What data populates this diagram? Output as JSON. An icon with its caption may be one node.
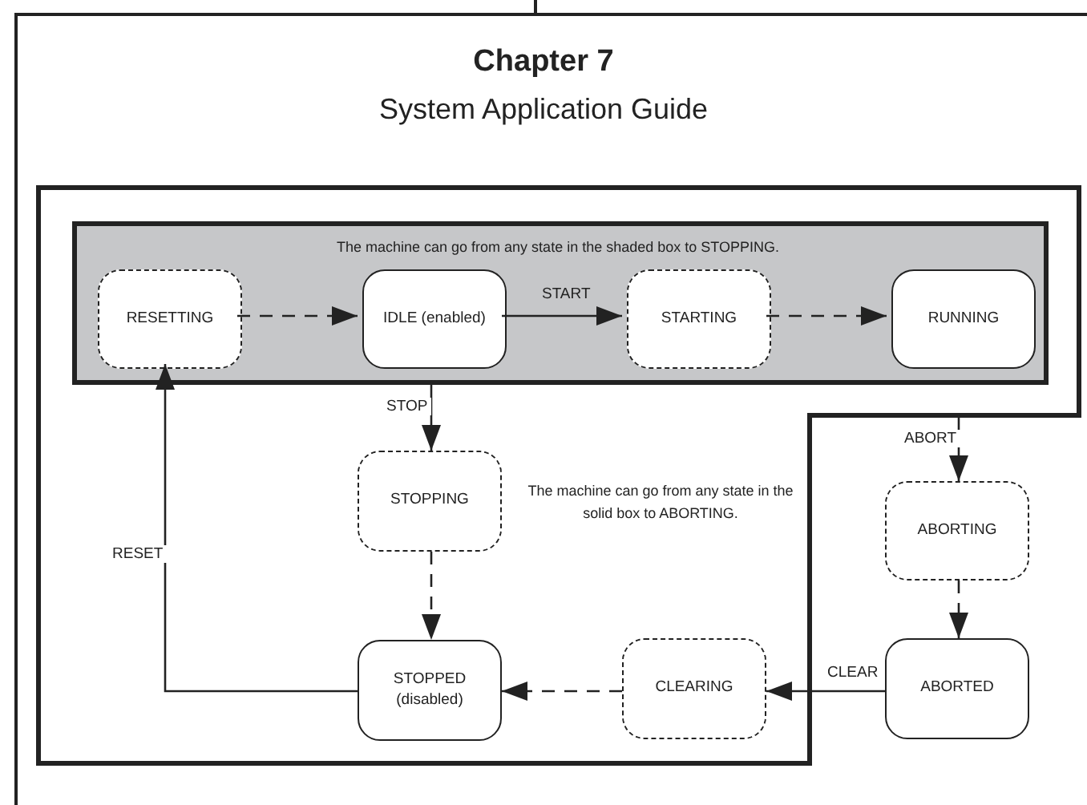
{
  "diagram": {
    "title": "Chapter 7",
    "nodes": [
      {
        "text": [
          "The machine can go from any state in the solid box to ABORTING."
        ]
      },
      {
        "text": [
          "The machine can go from any state in the shaded box to STOPPING."
        ],
        "in": 0
      },
      {
        "text": [
          "RESETTING"
        ],
        "in": 1
      },
      {
        "text": [
          "IDLE (enabled)"
        ],
        "in": 1
      },
      {
        "text": [
          "STARTING"
        ],
        "in": 1
      },
      {
        "text": [
          "RUNNING"
        ],
        "in": 1
      },
      {
        "text": [
          "STOPPING"
        ],
        "in": 0
      },
      {
        "text": [
          "STOPPED (disabled)"
        ],
        "in": 0
      },
      {
        "text": [
          "CLEARING"
        ],
        "in": 0
      },
      {
        "text": [
          "ABORTING"
        ]
      },
      {
        "text": [
          "ABORTED"
        ]
      }
    ],
    "edges": [
      {
        "from": 2,
        "to": 3,
        "arrow": "to",
        "style": "dashed"
      },
      {
        "from": 3,
        "to": 4,
        "arrow": "to",
        "label": "START"
      },
      {
        "from": 4,
        "to": 5,
        "arrow": "to",
        "style": "dashed"
      },
      {
        "from": 1,
        "to": 6,
        "arrow": "to",
        "label": "STOP"
      },
      {
        "from": 0,
        "to": 9,
        "arrow": "to",
        "label": "ABORT"
      },
      {
        "from": 6,
        "to": 7,
        "arrow": "to",
        "style": "dashed"
      },
      {
        "from": 9,
        "to": 10,
        "arrow": "to",
        "style": "dashed"
      },
      {
        "from": 10,
        "to": 8,
        "arrow": "to",
        "label": "CLEAR"
      },
      {
        "from": 8,
        "to": 7,
        "arrow": "to",
        "style": "dashed"
      },
      {
        "from": 7,
        "to": 2,
        "arrow": "to",
        "label": "RESET"
      }
    ],
    "labels": [
      "System Application Guide"
    ]
  }
}
